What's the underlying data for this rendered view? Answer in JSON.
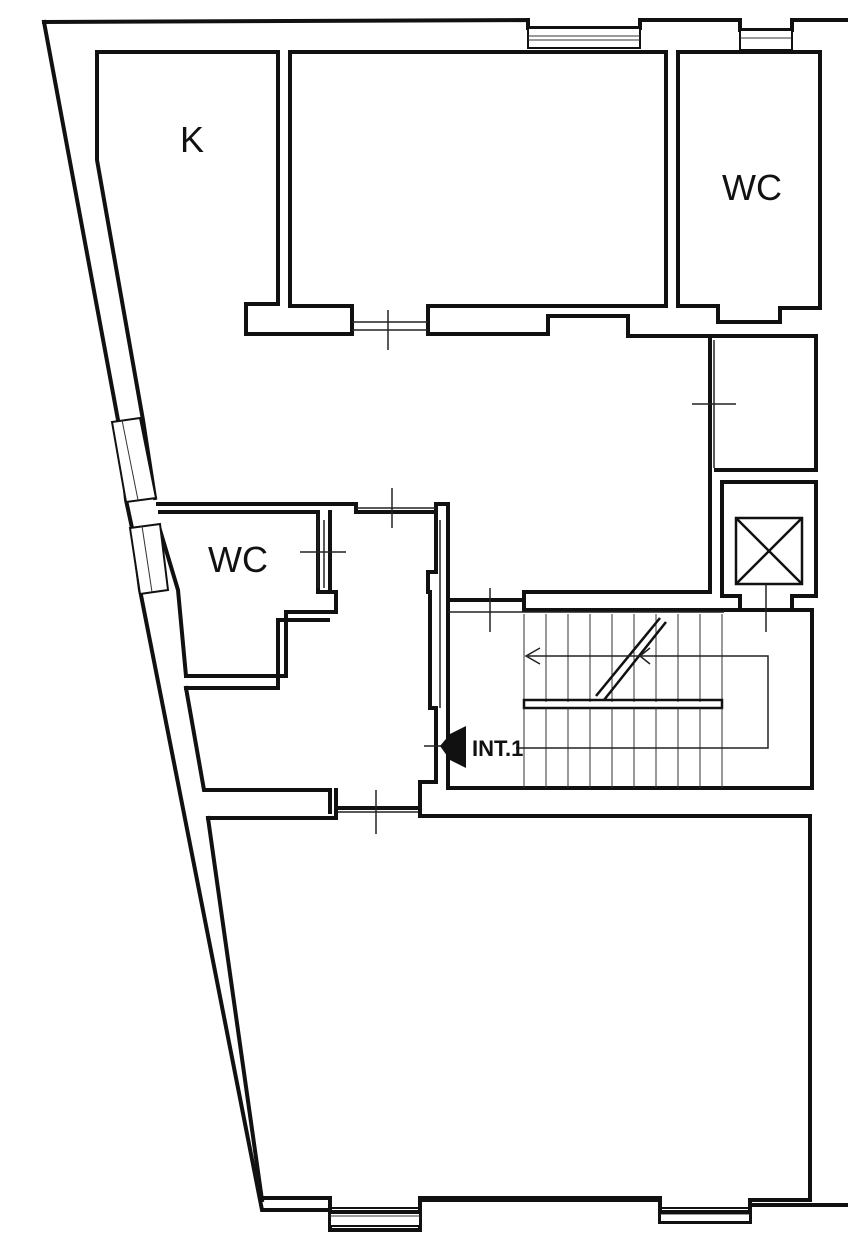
{
  "floor_plan": {
    "rooms": [
      {
        "id": "kitchen",
        "label": "K"
      },
      {
        "id": "wc-upper",
        "label": "WC"
      },
      {
        "id": "wc-lower",
        "label": "WC"
      }
    ],
    "entrance": {
      "label": "INT.1",
      "marker_icon": "entrance-arrow-icon"
    },
    "elevator": {
      "icon": "elevator-cross-icon"
    },
    "staircase": {
      "icon": "stair-direction-arrow-icon"
    },
    "colors": {
      "line": "#111111",
      "background": "#ffffff"
    }
  }
}
